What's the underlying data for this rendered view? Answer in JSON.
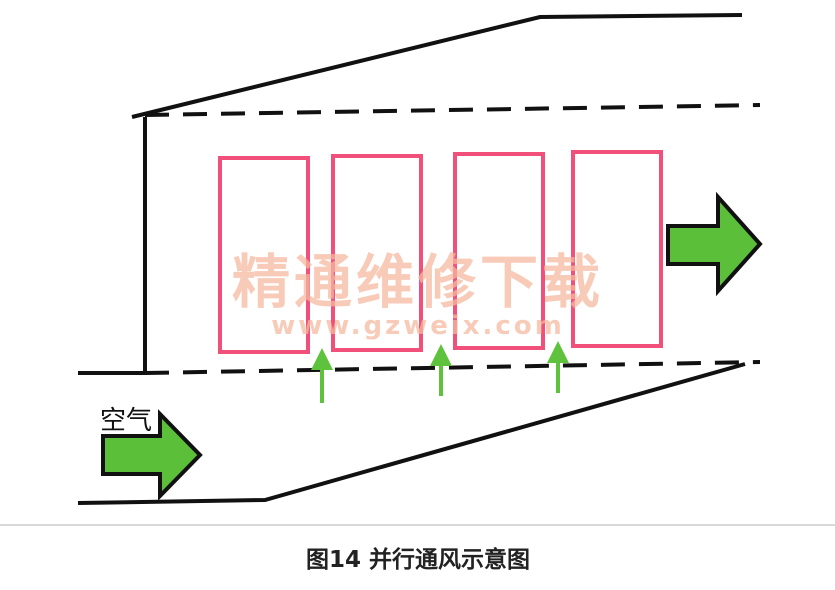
{
  "diagram": {
    "air_label": "空气",
    "caption": "图14 并行通风示意图",
    "watermark": {
      "title": "精通维修下载",
      "url": "www.gzweix.com"
    },
    "cell_count": 4,
    "colors": {
      "structure_line": "#111111",
      "cell_outline": "#f0507a",
      "arrow_fill": "#5bbf3a",
      "arrow_stroke": "#111111",
      "small_arrow": "#5fc23c",
      "watermark": "#f6b8a0",
      "caption": "#222222",
      "background": "#ffffff"
    }
  }
}
